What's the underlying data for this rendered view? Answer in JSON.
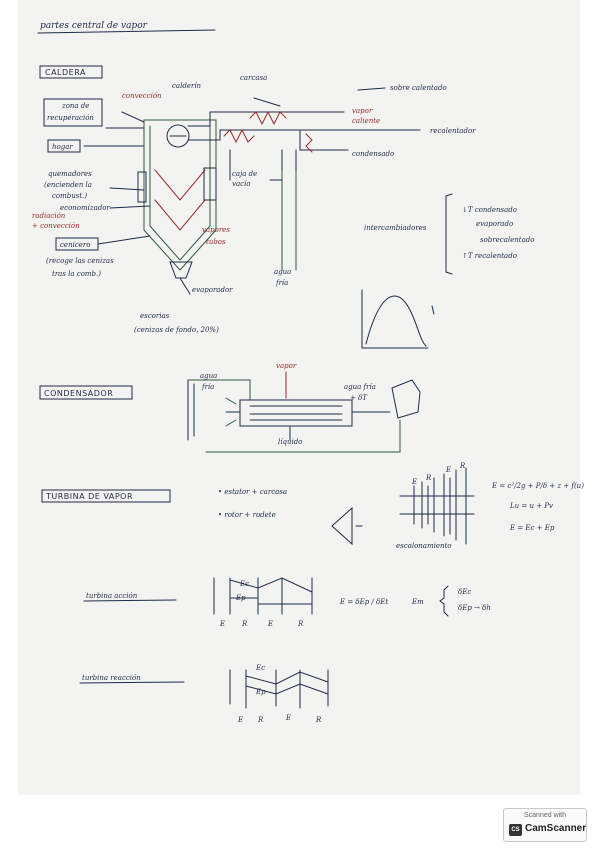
{
  "title": "partes central de vapor",
  "caldera": {
    "heading": "CALDERA",
    "labels": {
      "conveccion": "convección",
      "calderin": "calderín",
      "carcasa": "carcasa",
      "sobre_calentado": "sobre calentado",
      "zona_recuperacion": [
        "zona de",
        "recuperación"
      ],
      "vapor_caliente": [
        "vapor",
        "caliente"
      ],
      "recalentador": "recalentador",
      "hogar": "hogar",
      "condensado": "condensado",
      "caja_vacio": [
        "caja de",
        "vacío"
      ],
      "quemadores": [
        "quemadores",
        "(encienden la",
        "combust.)"
      ],
      "economizador": "economizador",
      "radiacion": [
        "radiación",
        "+ convección"
      ],
      "vapores": "vapores",
      "tubos": "tubos",
      "cenicero": "cenicero",
      "recoge": [
        "(recoge las cenizas",
        "tras la comb.)"
      ],
      "agua_fria": [
        "agua",
        "fría"
      ],
      "evaporador": "evaporador",
      "escorias": [
        "escorias",
        "(cenizas de fondo, 20%)"
      ],
      "intercambiadores": "intercambiadores",
      "list": [
        "↓T condensado",
        "evaporado",
        "sobrecalentado",
        "↑T recalentado"
      ]
    }
  },
  "condensador": {
    "heading": "CONDENSADOR",
    "labels": {
      "vapor": "vapor",
      "agua_fria": [
        "agua",
        "fría"
      ],
      "agua_fria_dt": [
        "agua fría",
        "+ δT"
      ],
      "liquido": "líquido"
    }
  },
  "turbina": {
    "heading": "TURBINA DE VAPOR",
    "items": [
      "• estator + carcasa",
      "• rotor + rodete"
    ],
    "escalonamiento": "escalonamiento",
    "stage_letters": [
      "E",
      "R",
      "E",
      "R"
    ],
    "equations": [
      "E = c²/2g + P/δ + z + f(u)",
      "Lu = u + Pv",
      "E = Ec + Ep"
    ],
    "accion": {
      "label": "turbina acción",
      "ec": "Ec",
      "ep": "Ep",
      "letters": [
        "E",
        "R",
        "E",
        "R"
      ],
      "formula": "E = δEp / δEt",
      "em": "Em",
      "brace": [
        "δEc",
        "δEp → δh"
      ]
    },
    "reaccion": {
      "label": "turbina reacción",
      "ec": "Ec",
      "ep": "Ep",
      "letters": [
        "E",
        "R",
        "E",
        "R"
      ]
    }
  },
  "badge": {
    "top": "Scanned with",
    "logo": "CS",
    "name": "CamScanner"
  }
}
